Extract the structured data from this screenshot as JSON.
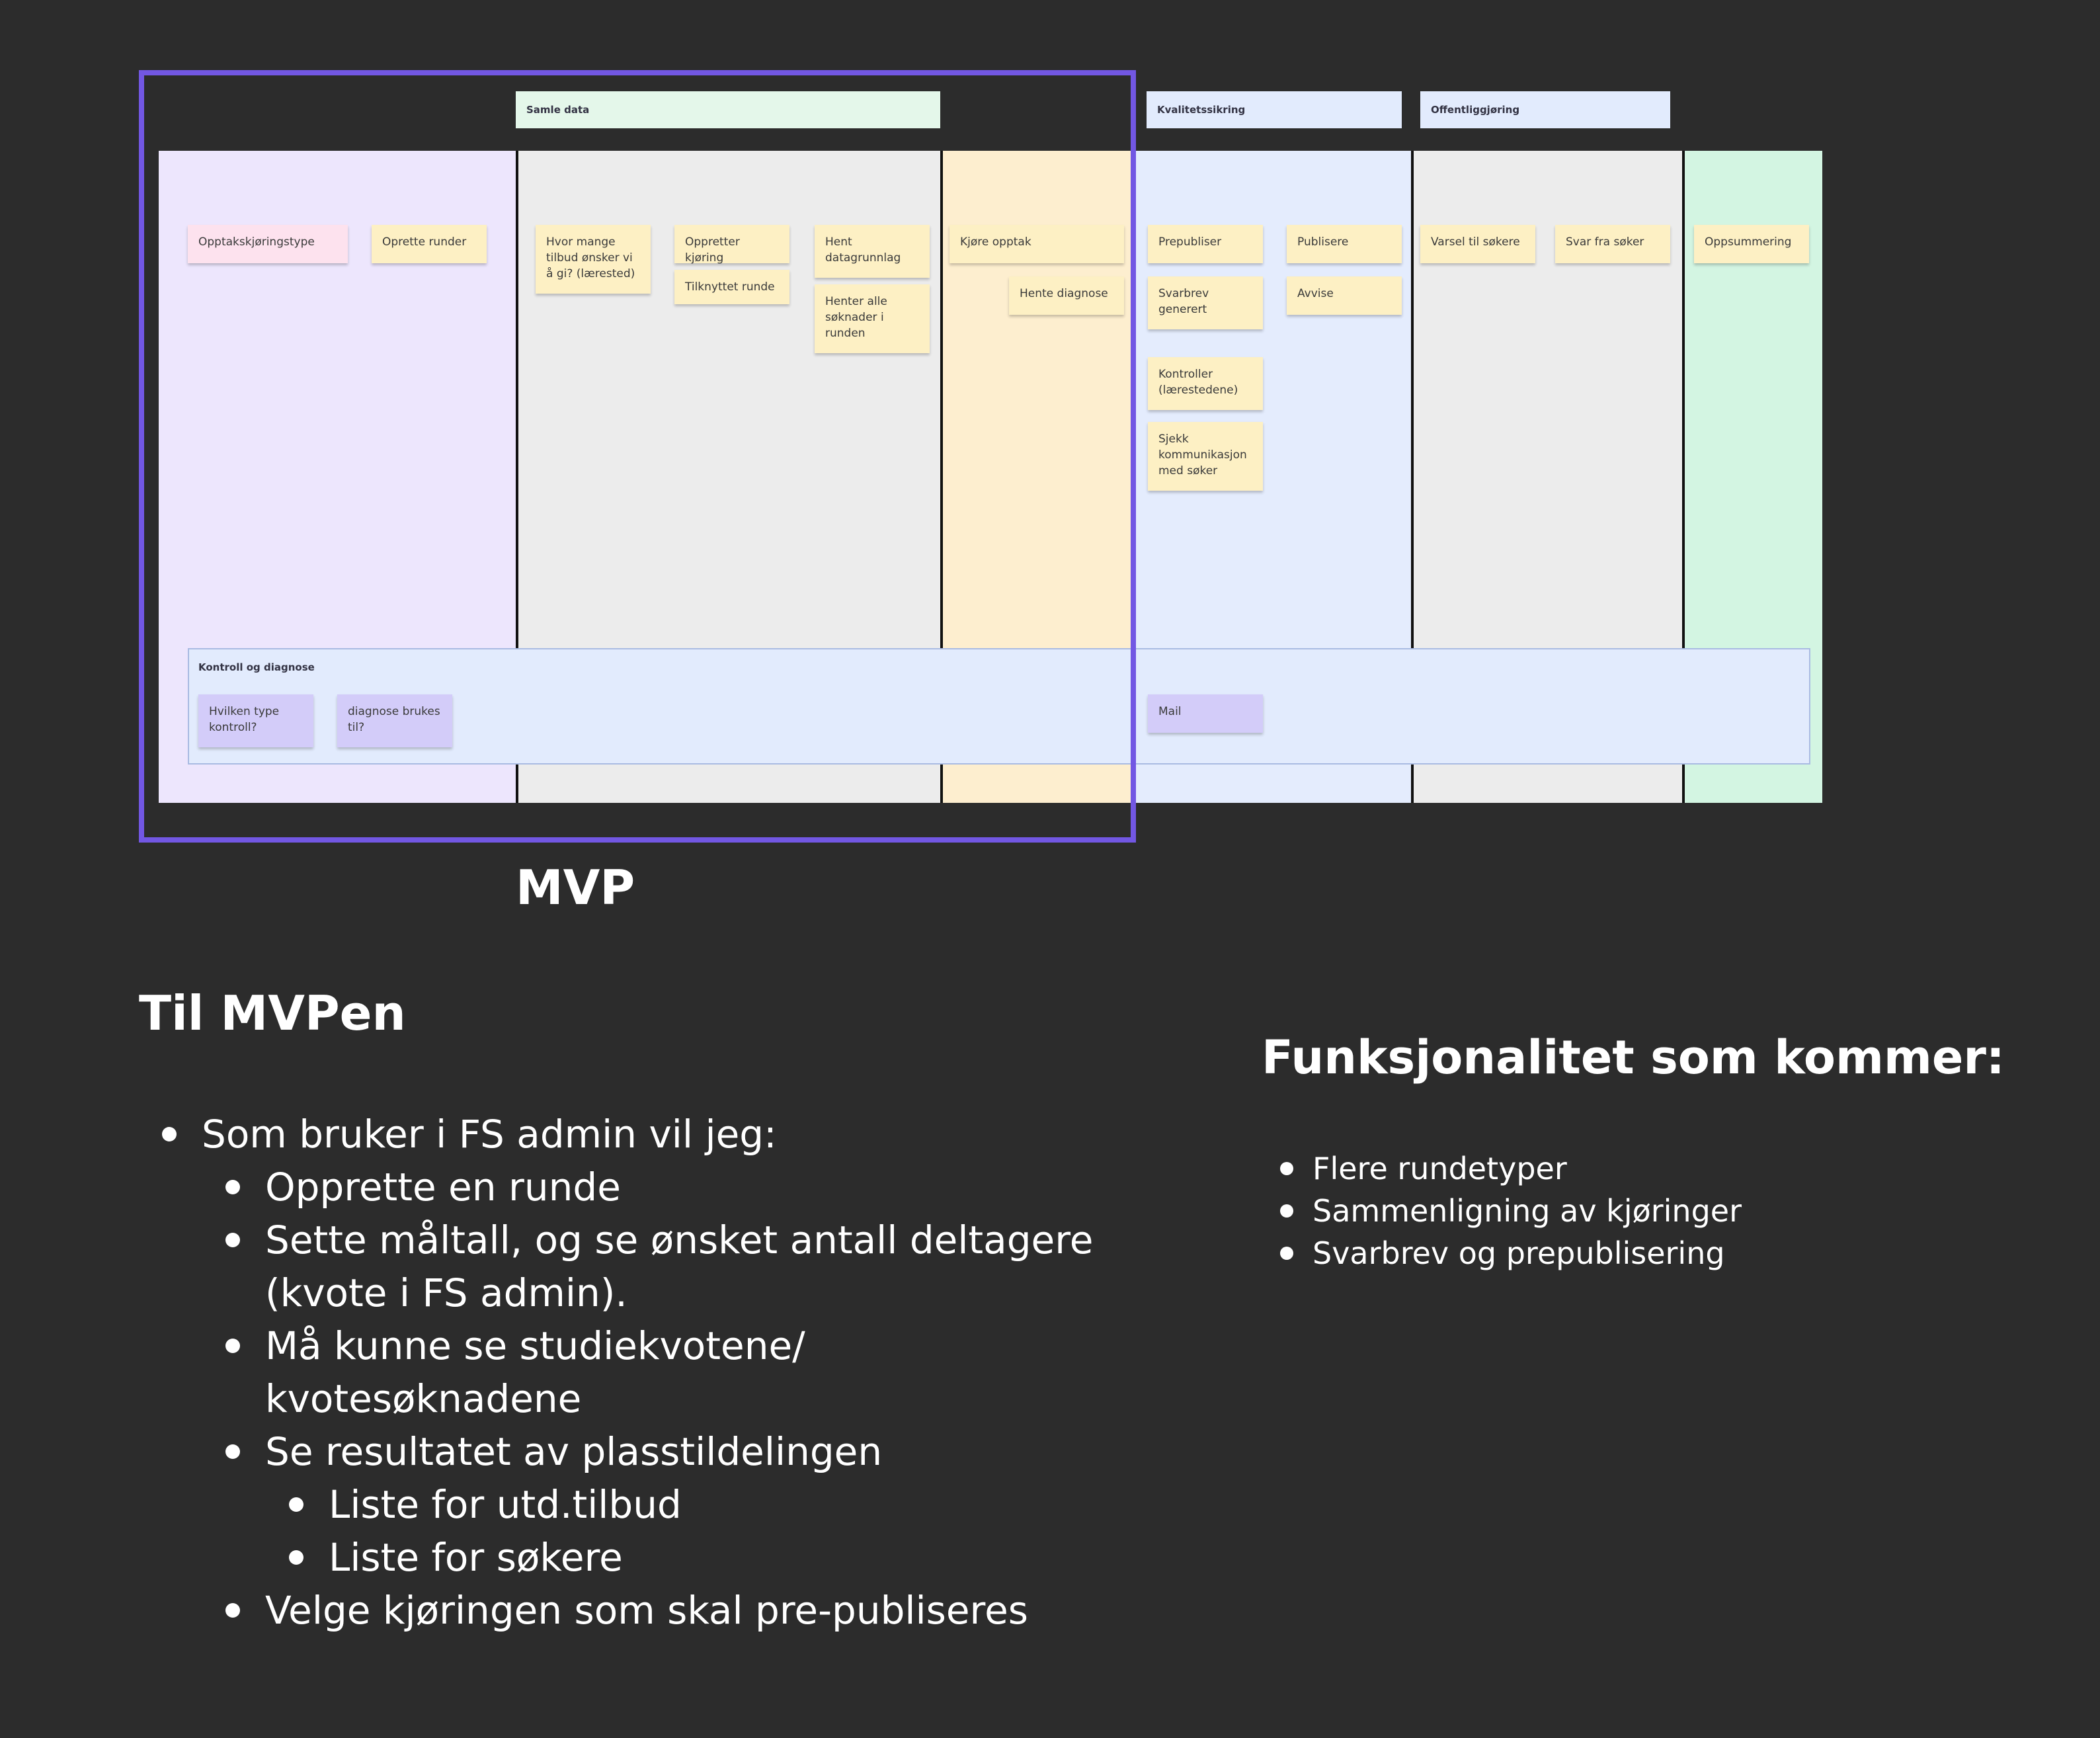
{
  "headers": {
    "samle": "Samle data",
    "kvalitet": "Kvalitetssikring",
    "offentlig": "Offentliggjøring"
  },
  "stickies": {
    "opptakskjoringstype": "Opptakskjøringstype",
    "opprette_runder": "Oprette runder",
    "hvor_mange": "Hvor mange tilbud ønsker vi å gi? (lærested)",
    "oppretter_kjoring": "Oppretter kjøring",
    "tilknyttet_runde": "Tilknyttet runde",
    "hent_datagrunnlag": "Hent datagrunnlag",
    "henter_alle": "Henter alle søknader i runden",
    "kjore_opptak": "Kjøre opptak",
    "hente_diagnose": "Hente diagnose",
    "prepubliser": "Prepubliser",
    "publisere": "Publisere",
    "svarbrev_generert": "Svarbrev generert",
    "avvise": "Avvise",
    "kontroller": "Kontroller (lærestedene)",
    "sjekk_kommunikasjon": "Sjekk kommunikasjon med søker",
    "varsel_til_sokere": "Varsel til søkere",
    "svar_fra_soker": "Svar fra søker",
    "oppsummering": "Oppsummering"
  },
  "lane": {
    "title": "Kontroll og diagnose",
    "hvilken_type": "Hvilken type kontroll?",
    "diagnose_brukes": "diagnose brukes til?",
    "mail": "Mail"
  },
  "mvp_label": "MVP",
  "left": {
    "heading": "Til MVPen",
    "items": [
      "Som bruker i FS admin vil jeg:",
      "Opprette en runde",
      "Sette måltall, og se ønsket antall deltagere",
      "(kvote i FS admin).",
      "Må kunne se studiekvotene/",
      "kvotesøknadene",
      "Se resultatet av plasstildelingen",
      "Liste for utd.tilbud",
      "Liste for søkere",
      "Velge kjøringen som skal pre-publiseres"
    ]
  },
  "right": {
    "heading": "Funksjonalitet som kommer:",
    "items": [
      "Flere rundetyper",
      "Sammenligning av kjøringer",
      "Svarbrev og prepublisering"
    ]
  },
  "colors": {
    "background": "#2c2c2c",
    "frame": "#7257e3",
    "col_lavender": "#ede6fd",
    "col_gray": "#ececec",
    "col_peach": "#fdeecf",
    "col_blue": "#e4ecfd",
    "col_green": "#d3f5e2",
    "sticky_yellow": "#fdf0c4",
    "sticky_pink": "#fde2ee",
    "sticky_purple": "#d3ccf9"
  }
}
